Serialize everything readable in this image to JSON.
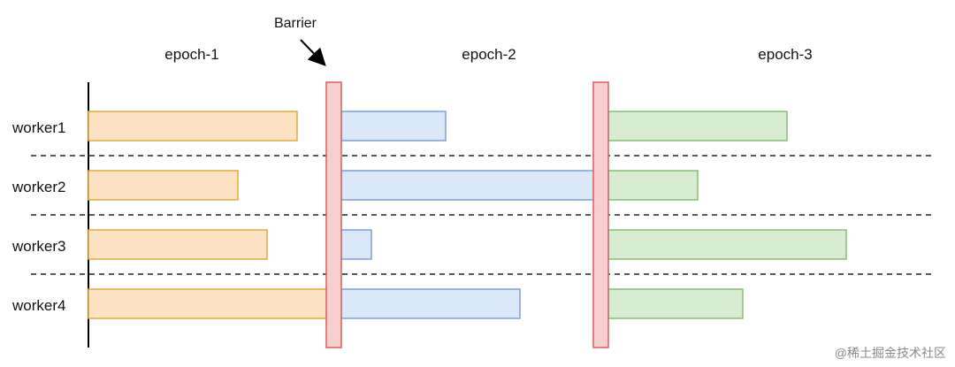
{
  "diagram": {
    "barrier_label": "Barrier",
    "watermark": "@稀土掘金技术社区",
    "epochs": [
      {
        "label": "epoch-1",
        "color_fill": "#fde3c4",
        "color_stroke": "#e6a93a"
      },
      {
        "label": "epoch-2",
        "color_fill": "#dbe8fa",
        "color_stroke": "#7e9fd6"
      },
      {
        "label": "epoch-3",
        "color_fill": "#d8ecd2",
        "color_stroke": "#86bf73"
      }
    ],
    "barrier_colors": {
      "fill": "#f8cfcf",
      "stroke": "#d95f5f"
    },
    "workers": [
      {
        "label": "worker1"
      },
      {
        "label": "worker2"
      },
      {
        "label": "worker3"
      },
      {
        "label": "worker4"
      }
    ]
  }
}
